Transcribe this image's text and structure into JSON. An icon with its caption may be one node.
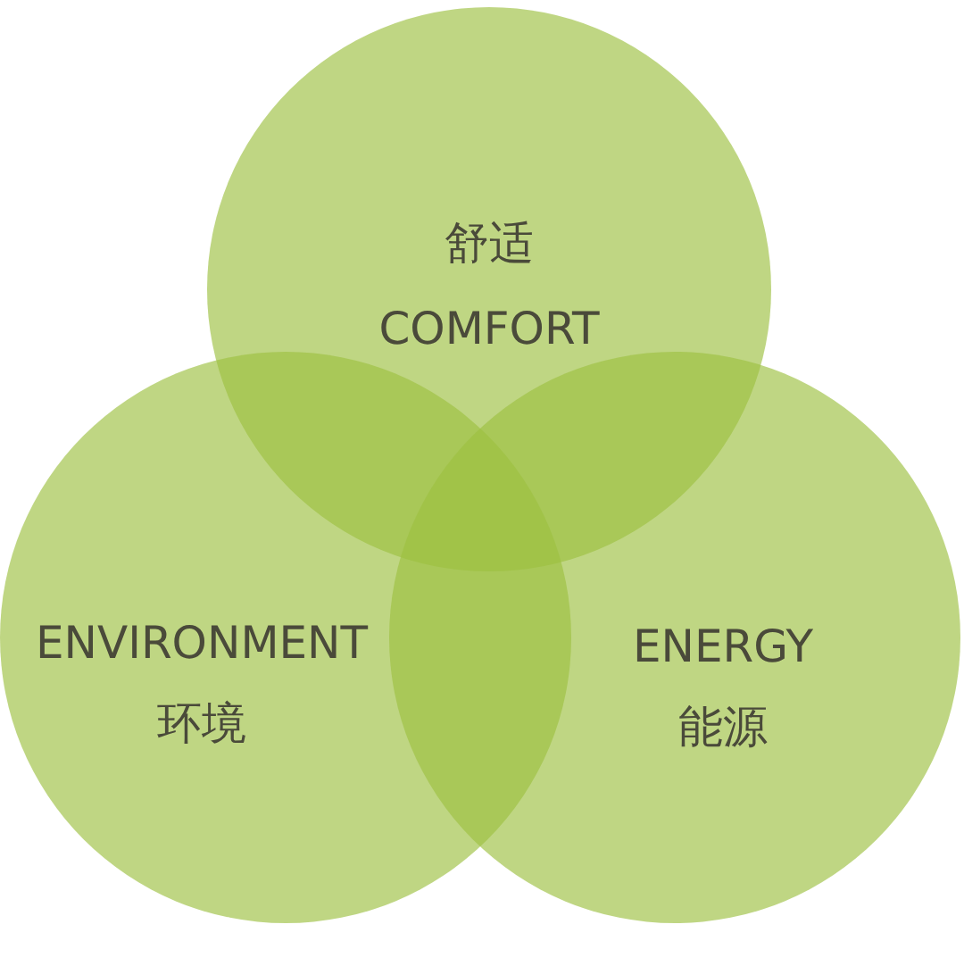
{
  "diagram": {
    "nodes": [
      {
        "text": [
          "舒适",
          "COMFORT"
        ]
      },
      {
        "text": [
          "ENVIRONMENT",
          "环境"
        ]
      },
      {
        "text": [
          "ENERGY",
          "能源"
        ]
      }
    ]
  }
}
